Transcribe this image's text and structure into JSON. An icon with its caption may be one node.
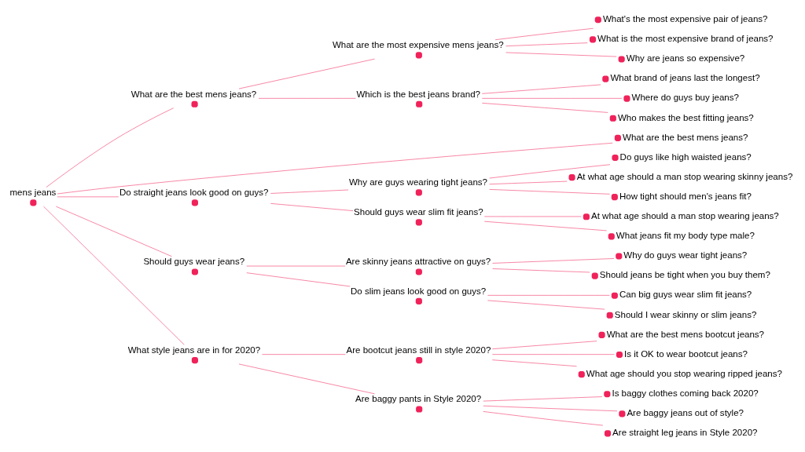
{
  "diagram": {
    "nodes": [
      {
        "text": [
          "mens jeans"
        ]
      },
      {
        "text": [
          "What are the best mens jeans?"
        ]
      },
      {
        "text": [
          "What are the most expensive mens jeans?"
        ]
      },
      {
        "text": [
          "What are the best mens jeans?"
        ]
      },
      {
        "text": [
          "What's the most expensive pair of jeans?"
        ]
      },
      {
        "text": [
          "What is the most expensive brand of jeans?"
        ]
      },
      {
        "text": [
          "Why are jeans so expensive?"
        ]
      },
      {
        "text": [
          "Which is the best jeans brand?"
        ]
      },
      {
        "text": [
          "What brand of jeans last the longest?"
        ]
      },
      {
        "text": [
          "Where do guys buy jeans?"
        ]
      },
      {
        "text": [
          "Who makes the best fitting jeans?"
        ]
      },
      {
        "text": [
          "Do straight jeans look good on guys?"
        ]
      },
      {
        "text": [
          "Why are guys wearing tight jeans?"
        ]
      },
      {
        "text": [
          "Do guys like high waisted jeans?"
        ]
      },
      {
        "text": [
          "At what age should a man stop wearing skinny jeans?"
        ]
      },
      {
        "text": [
          "How tight should men's jeans fit?"
        ]
      },
      {
        "text": [
          "Should guys wear slim fit jeans?"
        ]
      },
      {
        "text": [
          "At what age should a man stop wearing jeans?"
        ]
      },
      {
        "text": [
          "What jeans fit my body type male?"
        ]
      },
      {
        "text": [
          "Should guys wear jeans?"
        ]
      },
      {
        "text": [
          "Are skinny jeans attractive on guys?"
        ]
      },
      {
        "text": [
          "Why do guys wear tight jeans?"
        ]
      },
      {
        "text": [
          "Should jeans be tight when you buy them?"
        ]
      },
      {
        "text": [
          "Do slim jeans look good on guys?"
        ]
      },
      {
        "text": [
          "Can big guys wear slim fit jeans?"
        ]
      },
      {
        "text": [
          "Should I wear skinny or slim jeans?"
        ]
      },
      {
        "text": [
          "What style jeans are in for 2020?"
        ]
      },
      {
        "text": [
          "Are bootcut jeans still in style 2020?"
        ]
      },
      {
        "text": [
          "What are the best mens bootcut jeans?"
        ]
      },
      {
        "text": [
          "Is it OK to wear bootcut jeans?"
        ]
      },
      {
        "text": [
          "What age should you stop wearing ripped jeans?"
        ]
      },
      {
        "text": [
          "Are baggy pants in Style 2020?"
        ]
      },
      {
        "text": [
          "Is baggy clothes coming back 2020?"
        ]
      },
      {
        "text": [
          "Are baggy jeans out of style?"
        ]
      },
      {
        "text": [
          "Are straight leg jeans in Style 2020?"
        ]
      }
    ],
    "edges": [
      {
        "from": 0,
        "to": 1,
        "arrow": "none"
      },
      {
        "from": 0,
        "to": 3,
        "arrow": "none"
      },
      {
        "from": 0,
        "to": 11,
        "arrow": "none"
      },
      {
        "from": 0,
        "to": 19,
        "arrow": "none"
      },
      {
        "from": 0,
        "to": 26,
        "arrow": "none"
      },
      {
        "from": 1,
        "to": 2,
        "arrow": "none"
      },
      {
        "from": 1,
        "to": 7,
        "arrow": "none"
      },
      {
        "from": 2,
        "to": 4,
        "arrow": "none"
      },
      {
        "from": 2,
        "to": 5,
        "arrow": "none"
      },
      {
        "from": 2,
        "to": 6,
        "arrow": "none"
      },
      {
        "from": 7,
        "to": 8,
        "arrow": "none"
      },
      {
        "from": 7,
        "to": 9,
        "arrow": "none"
      },
      {
        "from": 7,
        "to": 10,
        "arrow": "none"
      },
      {
        "from": 11,
        "to": 12,
        "arrow": "none"
      },
      {
        "from": 11,
        "to": 16,
        "arrow": "none"
      },
      {
        "from": 12,
        "to": 13,
        "arrow": "none"
      },
      {
        "from": 12,
        "to": 14,
        "arrow": "none"
      },
      {
        "from": 12,
        "to": 15,
        "arrow": "none"
      },
      {
        "from": 16,
        "to": 17,
        "arrow": "none"
      },
      {
        "from": 16,
        "to": 18,
        "arrow": "none"
      },
      {
        "from": 19,
        "to": 20,
        "arrow": "none"
      },
      {
        "from": 19,
        "to": 23,
        "arrow": "none"
      },
      {
        "from": 20,
        "to": 21,
        "arrow": "none"
      },
      {
        "from": 20,
        "to": 22,
        "arrow": "none"
      },
      {
        "from": 23,
        "to": 24,
        "arrow": "none"
      },
      {
        "from": 23,
        "to": 25,
        "arrow": "none"
      },
      {
        "from": 26,
        "to": 27,
        "arrow": "none"
      },
      {
        "from": 26,
        "to": 31,
        "arrow": "none"
      },
      {
        "from": 27,
        "to": 28,
        "arrow": "none"
      },
      {
        "from": 27,
        "to": 29,
        "arrow": "none"
      },
      {
        "from": 27,
        "to": 30,
        "arrow": "none"
      },
      {
        "from": 31,
        "to": 32,
        "arrow": "none"
      },
      {
        "from": 31,
        "to": 33,
        "arrow": "none"
      },
      {
        "from": 31,
        "to": 34,
        "arrow": "none"
      }
    ]
  }
}
